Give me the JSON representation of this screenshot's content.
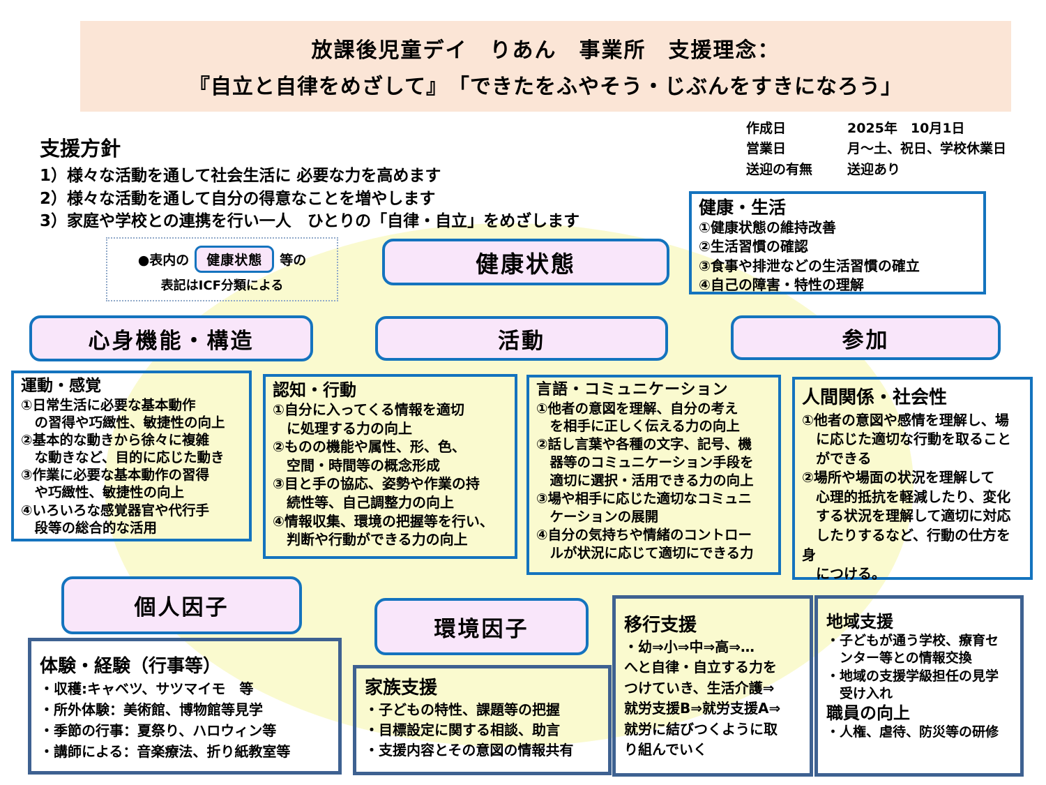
{
  "banner": {
    "line1": "放課後児童デイ　りあん　事業所　支援理念：",
    "line2": "『自立と自律をめざして』　「できたをふやそう・じぶんをすきになろう」"
  },
  "policy": {
    "title": "支援方針",
    "items": [
      "1）様々な活動を通して社会生活に 必要な力を高めます",
      "2）様々な活動を通して自分の得意なことを増やします",
      "3）家庭や学校との連携を行い一人　ひとりの「自律・自立」をめざします"
    ]
  },
  "meta": {
    "rows": [
      {
        "label": "作成日",
        "value": "2025年　10月1日"
      },
      {
        "label": "営業日",
        "value": "月～土、祝日、学校休業日"
      },
      {
        "label": "送迎の有無",
        "value": "送迎あり"
      }
    ]
  },
  "health_life": {
    "title": "健康・生活",
    "items": "①健康状態の維持改善\n②生活習慣の確認\n③食事や排泄などの生活習慣の確立\n④自己の障害・特性の理解"
  },
  "note": {
    "prefix": "●表内の",
    "pill": "健康状態",
    "suffix": "等の",
    "line2": "表記はICF分類による"
  },
  "icf_labels": {
    "health_state": "健康状態",
    "body_function": "心身機能・構造",
    "activity": "活動",
    "participation": "参加",
    "personal_factor": "個人因子",
    "environment_factor": "環境因子"
  },
  "motor": {
    "title": "運動・感覚",
    "items": "①日常生活に必要な基本動作\n　の習得や巧緻性、敏捷性の向上\n②基本的な動きから徐々に複雑\n　な動きなど、目的に応じた動き\n③作業に必要な基本動作の習得\n　や巧緻性、敏捷性の向上\n④いろいろな感覚器官や代行手\n　段等の総合的な活用"
  },
  "cognition": {
    "title": "認知・行動",
    "items": "①自分に入ってくる情報を適切\n　に処理する力の向上\n②ものの機能や属性、形、色、\n　空間・時間等の概念形成\n③目と手の協応、姿勢や作業の持\n　続性等、自己調整力の向上\n④情報収集、環境の把握等を行い、\n　判断や行動ができる力の向上"
  },
  "language": {
    "title": "言語・コミュニケーション",
    "items": "①他者の意図を理解、自分の考え\n　を相手に正しく伝える力の向上\n②話し言葉や各種の文字、記号、機\n　器等のコミュニケーション手段を\n　適切に選択・活用できる力の向上\n③場や相手に応じた適切なコミュニ\n　ケーションの展開\n④自分の気持ちや情緒のコントロー\n　ルが状況に応じて適切にできる力"
  },
  "social": {
    "title": "人間関係・社会性",
    "items": "①他者の意図や感情を理解し、場\n　に応じた適切な行動を取ること\n　ができる\n②場所や場面の状況を理解して\n　心理的抵抗を軽減したり、変化\n　する状況を理解して適切に対応\n　したりするなど、行動の仕方を身\n　につける。"
  },
  "experience": {
    "title": "体験・経験（行事等）",
    "items": "・収穫:キャベツ、サツマイモ　等\n・所外体験：美術館、博物館等見学\n・季節の行事：夏祭り、ハロウィン等\n・講師による：音楽療法、折り紙教室等"
  },
  "family": {
    "title": "家族支援",
    "items": "・子どもの特性、課題等の把握\n・目標設定に関する相談、助言\n・支援内容とその意図の情報共有"
  },
  "transition": {
    "title": "移行支援",
    "items": "・幼⇒小⇒中⇒高⇒…\nへと自律・自立する力を\nつけていき、生活介護⇒\n就労支援B⇒就労支援A⇒\n就労に結びつくように取\nり組んでいく"
  },
  "community": {
    "title": "地域支援",
    "items": "・子どもが通う学校、療育セ\n　ンター等との情報交換\n・地域の支援学級担任の見学\n　受け入れ",
    "title2": "職員の向上",
    "items2": "・人権、虐待、防災等の研修"
  },
  "colors": {
    "banner_bg": "#FBE5D6",
    "pink_fill": "#F9E6FA",
    "accent_blue_border": "#1473BE",
    "slate_blue_border": "#3E6191",
    "ellipse_yellow": "#FAFACF"
  }
}
